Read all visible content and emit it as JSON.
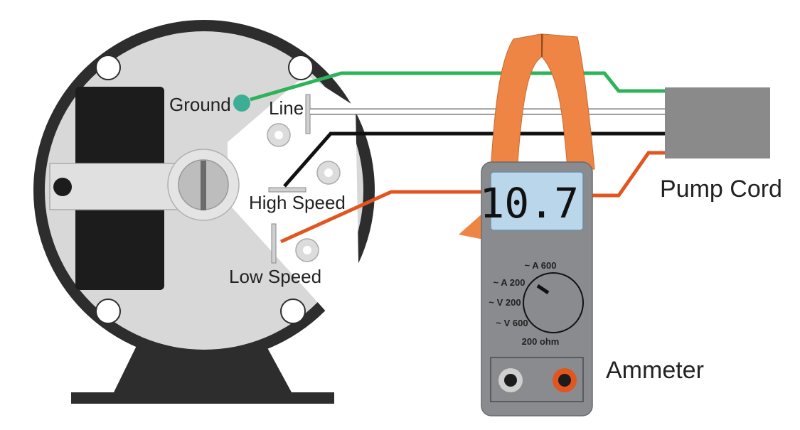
{
  "labels": {
    "ground": "Ground",
    "line": "Line",
    "high_speed": "High Speed",
    "low_speed": "Low Speed",
    "pump_cord": "Pump Cord",
    "ammeter": "Ammeter"
  },
  "meter": {
    "display_value": "10.7",
    "dial_settings": [
      "~ A 600",
      "~ A 200",
      "~ V 200",
      "~ V 600",
      "200 ohm"
    ],
    "selected_setting": "~ A 200"
  },
  "colors": {
    "ground_wire": "#2db35a",
    "line_wire": "#ffffff",
    "high_speed_wire": "#111111",
    "low_speed_wire": "#e2551f",
    "clamp": "#ee8544",
    "meter_body": "#8a8b8f",
    "lcd": "#b9d6ea",
    "motor_body": "#d8d8d8",
    "motor_rim": "#2d2d2d",
    "ground_terminal": "#3cae96",
    "pump_cord_box": "#8a8a8a"
  }
}
